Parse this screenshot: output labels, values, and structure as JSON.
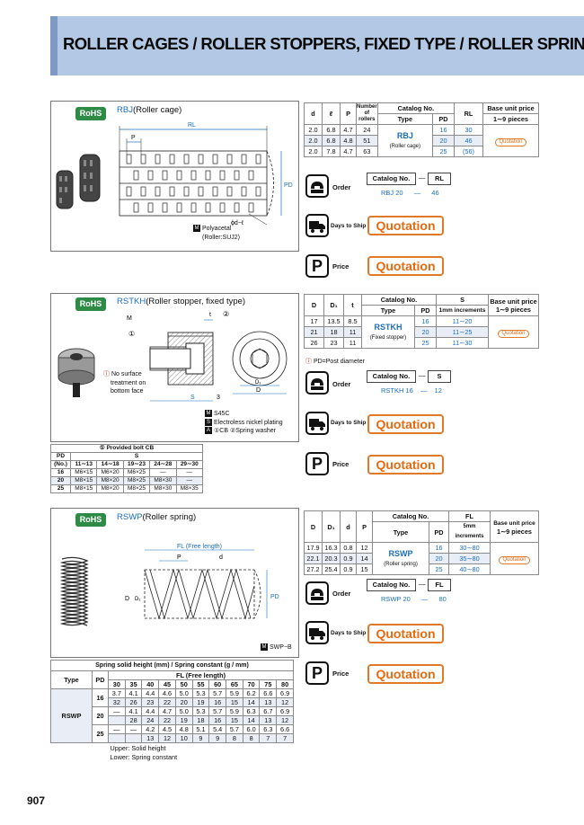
{
  "header": {
    "title": "ROLLER CAGES / ROLLER STOPPERS, FIXED TYPE / ROLLER SPRINGS"
  },
  "page_number": "907",
  "rbj": {
    "rohs": "RoHS",
    "code": "RBJ",
    "name": "(Roller cage)",
    "dims": {
      "rl": "RL",
      "p": "P",
      "l": "ℓ",
      "pd": "PD",
      "phi": "ϕd−ℓ"
    },
    "material": "Polyacetal",
    "material2": "(Roller:SUJ2)",
    "table": {
      "headers": {
        "d": "d",
        "l": "ℓ",
        "p": "P",
        "num": "Number of rollers",
        "catalog": "Catalog No.",
        "type": "Type",
        "pd": "PD",
        "rl": "RL",
        "price": "Base unit price",
        "pieces": "1∼9 pieces"
      },
      "type_name": "RBJ",
      "type_sub": "(Roller cage)",
      "rows": [
        {
          "d": "2.0",
          "l": "6.8",
          "p": "4.7",
          "n": "24",
          "pd": "16",
          "rl": "30"
        },
        {
          "d": "2.0",
          "l": "6.8",
          "p": "4.8",
          "n": "51",
          "pd": "20",
          "rl": "46"
        },
        {
          "d": "2.0",
          "l": "7.8",
          "p": "4.7",
          "n": "63",
          "pd": "25",
          "rl": "(56)"
        }
      ],
      "quotation": "Quotation"
    },
    "order": {
      "label": "Order",
      "col1": "Catalog No.",
      "col2": "RL",
      "ex1": "RBJ 20",
      "dash": "—",
      "ex2": "46"
    },
    "days": {
      "label": "Days to Ship",
      "value": "Quotation"
    },
    "price": {
      "label": "Price",
      "value": "Quotation"
    }
  },
  "rstkh": {
    "rohs": "RoHS",
    "code": "RSTKH",
    "name": "(Roller stopper, fixed type)",
    "dims": {
      "m": "M",
      "t": "t",
      "d": "D",
      "d1": "D₁",
      "s": "S",
      "three": "3"
    },
    "circ1": "①",
    "circ2": "②",
    "surface_note": [
      "No surface",
      "treatment on",
      "bottom face"
    ],
    "mat1": "S45C",
    "mat2": "Electroless nickel plating",
    "mat3": "①CB  ②Spring washer",
    "bolt_table": {
      "title": "① Provided bolt CB",
      "pd": "PD",
      "no": "(No.)",
      "s": "S",
      "s_ranges": [
        "11∼13",
        "14∼18",
        "19∼23",
        "24∼28",
        "29∼30"
      ],
      "rows": [
        {
          "pd": "16",
          "v": [
            "M6×15",
            "M6×20",
            "M6×25",
            "—",
            "—"
          ]
        },
        {
          "pd": "20",
          "v": [
            "M8×15",
            "M8×20",
            "M8×25",
            "M8×30",
            "—"
          ]
        },
        {
          "pd": "25",
          "v": [
            "M8×15",
            "M8×20",
            "M8×25",
            "M8×30",
            "M8×35"
          ]
        }
      ]
    },
    "table": {
      "headers": {
        "d": "D",
        "d1": "D₁",
        "t": "t",
        "catalog": "Catalog No.",
        "type": "Type",
        "pd": "PD",
        "s": "S",
        "s_inc": "1mm increments",
        "price": "Base unit price",
        "pieces": "1∼9 pieces"
      },
      "type_name": "RSTKH",
      "type_sub": "(Fixed stopper)",
      "rows": [
        {
          "d": "17",
          "d1": "13.5",
          "t": "8.5",
          "pd": "16",
          "s": "11∼20"
        },
        {
          "d": "21",
          "d1": "18",
          "t": "11",
          "pd": "20",
          "s": "11∼25"
        },
        {
          "d": "26",
          "d1": "23",
          "t": "11",
          "pd": "25",
          "s": "11∼30"
        }
      ],
      "quotation": "Quotation"
    },
    "pd_note": "PD=Post diameter",
    "order": {
      "label": "Order",
      "col1": "Catalog No.",
      "col2": "S",
      "ex1": "RSTKH 16",
      "dash": "—",
      "ex2": "12"
    },
    "days": {
      "label": "Days to Ship",
      "value": "Quotation"
    },
    "price": {
      "label": "Price",
      "value": "Quotation"
    }
  },
  "rswp": {
    "rohs": "RoHS",
    "code": "RSWP",
    "name": "(Roller spring)",
    "dims": {
      "fl": "FL (Free length)",
      "p": "P",
      "d": "d",
      "dd": "D",
      "d1": "D₁",
      "pd": "PD"
    },
    "material": "SWP−B",
    "table": {
      "headers": {
        "d": "D",
        "d1": "D₁",
        "dd": "d",
        "p": "P",
        "catalog": "Catalog No.",
        "type": "Type",
        "pd": "PD",
        "fl": "FL",
        "fl_inc": "5mm increments",
        "price": "Base unit price",
        "pieces": "1∼9 pieces"
      },
      "type_name": "RSWP",
      "type_sub": "(Roller spring)",
      "rows": [
        {
          "d": "17.9",
          "d1": "16.3",
          "dd": "0.8",
          "p": "12",
          "pd": "16",
          "fl": "30∼80"
        },
        {
          "d": "22.1",
          "d1": "20.3",
          "dd": "0.9",
          "p": "14",
          "pd": "20",
          "fl": "35∼80"
        },
        {
          "d": "27.2",
          "d1": "25.4",
          "dd": "0.9",
          "p": "15",
          "pd": "25",
          "fl": "40∼80"
        }
      ],
      "quotation": "Quotation"
    },
    "order": {
      "label": "Order",
      "col1": "Catalog No.",
      "col2": "FL",
      "ex1": "RSWP 20",
      "dash": "—",
      "ex2": "80"
    },
    "days": {
      "label": "Days to Ship",
      "value": "Quotation"
    },
    "price": {
      "label": "Price",
      "value": "Quotation"
    },
    "spring_table": {
      "title": "Spring solid height (mm) / Spring constant (g / mm)",
      "type": "Type",
      "pd": "PD",
      "fl": "FL (Free length)",
      "fl_values": [
        "30",
        "35",
        "40",
        "45",
        "50",
        "55",
        "60",
        "65",
        "70",
        "75",
        "80"
      ],
      "type_name": "RSWP",
      "groups": [
        {
          "pd": "16",
          "upper": [
            "3.7",
            "4.1",
            "4.4",
            "4.6",
            "5.0",
            "5.3",
            "5.7",
            "5.9",
            "6.2",
            "6.6",
            "6.9"
          ],
          "lower": [
            "32",
            "26",
            "23",
            "22",
            "20",
            "19",
            "16",
            "15",
            "14",
            "13",
            "12"
          ]
        },
        {
          "pd": "20",
          "upper": [
            "—",
            "4.1",
            "4.4",
            "4.7",
            "5.0",
            "5.3",
            "5.7",
            "5.9",
            "6.3",
            "6.7",
            "6.9"
          ],
          "lower": [
            "",
            "28",
            "24",
            "22",
            "19",
            "18",
            "16",
            "15",
            "14",
            "13",
            "12"
          ]
        },
        {
          "pd": "25",
          "upper": [
            "—",
            "—",
            "4.2",
            "4.5",
            "4.8",
            "5.1",
            "5.4",
            "5.7",
            "6.0",
            "6.3",
            "6.6"
          ],
          "lower": [
            "",
            "",
            "13",
            "12",
            "10",
            "9",
            "9",
            "8",
            "8",
            "7",
            "7"
          ]
        }
      ],
      "footer1": "Upper: Solid height",
      "footer2": "Lower: Spring constant"
    }
  },
  "colors": {
    "header_bg": "#b2c8e4",
    "accent_blue": "#1a6fc0",
    "quotation_orange": "#e66a10",
    "rohs_green": "#2e8b45"
  }
}
